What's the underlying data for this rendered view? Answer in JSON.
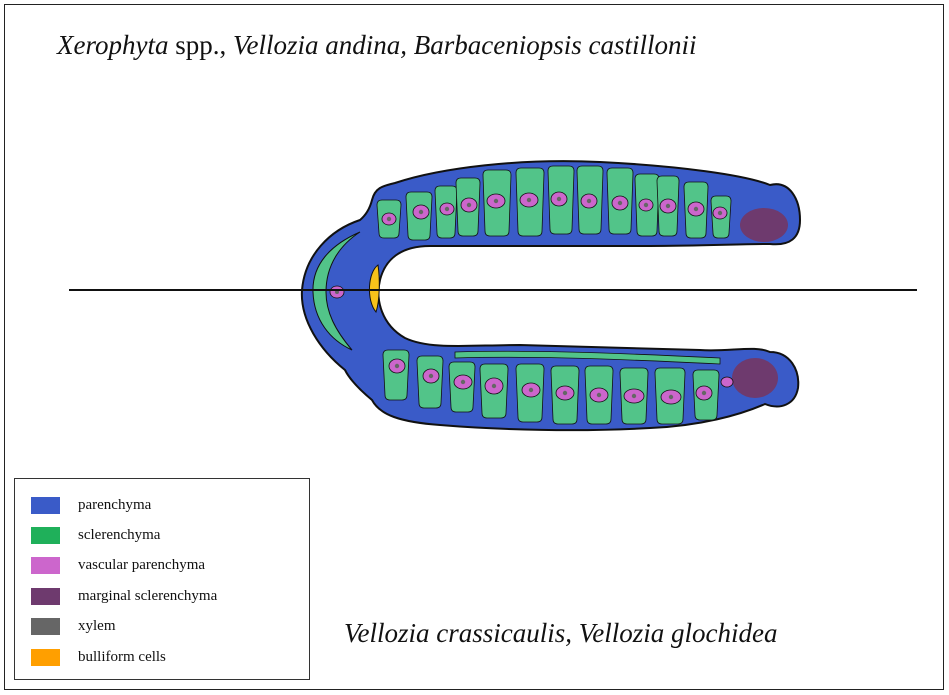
{
  "title_top": {
    "genus1": "Xerophyta",
    "spp": " spp., ",
    "rest": "Vellozia andina, Barbaceniopsis castillonii"
  },
  "title_bottom": "Vellozia crassicaulis, Vellozia glochidea",
  "legend": [
    {
      "label": "parenchyma",
      "color": "#3a5bc8"
    },
    {
      "label": "sclerenchyma",
      "color": "#1fb05a"
    },
    {
      "label": "vascular parenchyma",
      "color": "#cc66cc"
    },
    {
      "label": "marginal sclerenchyma",
      "color": "#6e3a6e"
    },
    {
      "label": "xylem",
      "color": "#666666"
    },
    {
      "label": "bulliform cells",
      "color": "#ff9f00"
    }
  ],
  "colors": {
    "parenchyma": "#3a5bc8",
    "sclerenchyma_fill": "#52c489",
    "vascular": "#cc66cc",
    "marginal": "#6e3a6e",
    "xylem": "#666666",
    "bulliform": "#f7c21a",
    "outline": "#111111"
  }
}
